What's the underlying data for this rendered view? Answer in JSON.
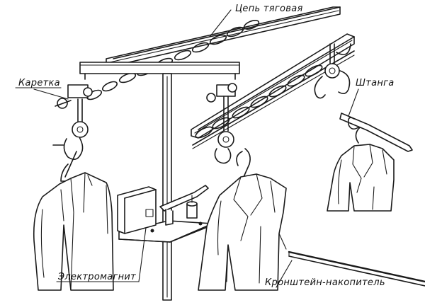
{
  "labels": {
    "chain": "Цепь тяговая",
    "carriage": "Каретка",
    "rod": "Штанга",
    "electromagnet": "Электромагнит",
    "bracket": "Кронштейн-накопитель"
  }
}
